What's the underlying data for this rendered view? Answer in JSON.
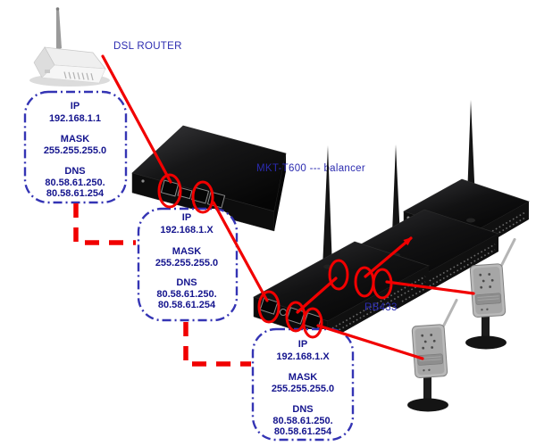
{
  "labels": {
    "dsl_router": "DSL ROUTER",
    "mkt_balancer": "MKT-T600 --- balancer",
    "rb433": "RB433"
  },
  "config_boxes": [
    {
      "ip_label": "IP",
      "ip": "192.168.1.1",
      "mask_label": "MASK",
      "mask": "255.255.255.0",
      "dns_label": "DNS",
      "dns_line1": "80.58.61.250.",
      "dns_line2": "80.58.61.254"
    },
    {
      "ip_label": "IP",
      "ip": "192.168.1.X",
      "mask_label": "MASK",
      "mask": "255.255.255.0",
      "dns_label": "DNS",
      "dns_line1": "80.58.61.250.",
      "dns_line2": "80.58.61.254"
    },
    {
      "ip_label": "IP",
      "ip": "192.168.1.X",
      "mask_label": "MASK",
      "mask": "255.255.255.0",
      "dns_label": "DNS",
      "dns_line1": "80.58.61.250.",
      "dns_line2": "80.58.61.254"
    }
  ],
  "illustrations": {
    "dsl_router": "wireless-dsl-router-icon",
    "balancer": "mkt-t600-balancer-box-icon",
    "rb433_boards": "rb433-wireless-router-board-icon",
    "cameras": "wireless-ip-camera-icon"
  },
  "colors": {
    "connection_red": "#f10000",
    "label_blue": "#2b2bb0",
    "box_text_navy": "#15158e",
    "box_border_blue": "#3434b4"
  }
}
